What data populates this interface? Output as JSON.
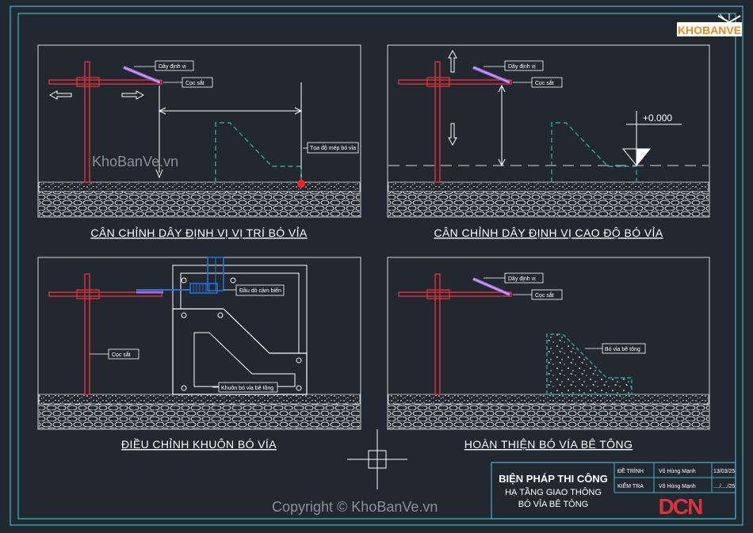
{
  "panels": {
    "p1": {
      "caption": "CÂN CHỈNH DÂY ĐỊNH VỊ VỊ TRÍ BÓ VỈA",
      "labels": {
        "wire": "Dây định vị",
        "stake": "Cọc sắt",
        "coord": "Tọa độ mép bó vỉa"
      }
    },
    "p2": {
      "caption": "CÂN CHỈNH DÂY ĐỊNH VỊ CAO ĐỘ BÓ VỈA",
      "labels": {
        "wire": "Dây định vị",
        "stake": "Cọc sắt",
        "elevation": "+0.000"
      }
    },
    "p3": {
      "caption": "ĐIỀU CHỈNH KHUÔN BÓ VÍA",
      "labels": {
        "sensor": "Đầu dò cảm biến",
        "stake": "Cọc sắt",
        "mold": "Khuôn bó vỉa bê tông"
      }
    },
    "p4": {
      "caption": "HOÀN THIỆN BÓ VÍA BÊ TÔNG",
      "labels": {
        "wire": "Dây định vị",
        "stake": "Cọc sắt",
        "curb": "Bó vỉa bê tông"
      }
    }
  },
  "title_block": {
    "title": "BIỆN PHÁP THI CÔNG",
    "subtitle1": "HẠ TẦNG GIAO THÔNG",
    "subtitle2": "BÓ VỈA BÊ TÔNG",
    "row1": {
      "role": "ĐỀ TRÌNH",
      "name": "Võ Hùng Mạnh",
      "date": "13/03/25"
    },
    "row2": {
      "role": "KIỂM TRA",
      "name": "Võ Hùng Mạnh",
      "date": "..../..../25"
    },
    "brand": "DCN"
  },
  "watermarks": {
    "center": "KhoBanVe.vn",
    "copyright": "Copyright © KhoBanVe.vn",
    "logo": "KHOBANVE"
  },
  "colors": {
    "background": "#212830",
    "frame": "#3fb6c4",
    "stake": "#e0303a",
    "wire": "#a668e0",
    "mold": "#2fa59c",
    "brand": "#e0303a"
  }
}
